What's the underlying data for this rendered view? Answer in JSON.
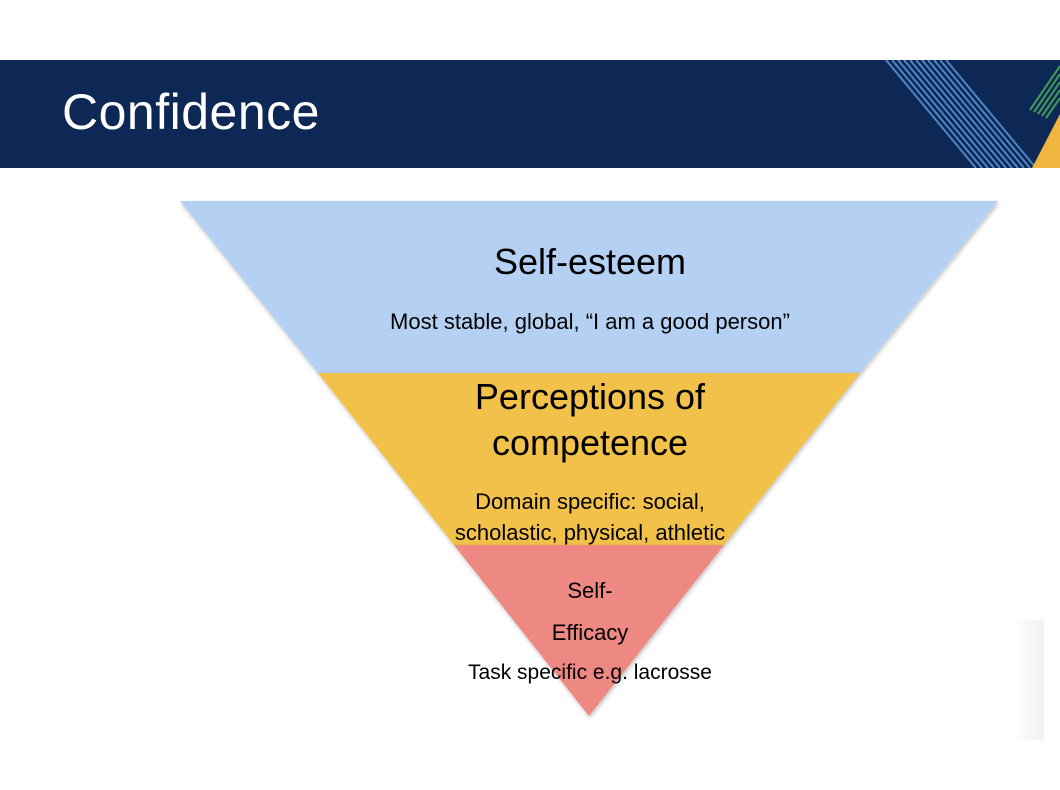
{
  "slide": {
    "title": "Confidence"
  },
  "colors": {
    "header_bg": "#0e2855",
    "stripe_blue": "#4f86c6",
    "stripe_green": "#3f9b57",
    "accent_yellow": "#f0b53e",
    "tier_self_esteem": "#b4d1f3",
    "tier_perceptions": "#f2c14a",
    "tier_self_efficacy": "#ee8882"
  },
  "pyramid": {
    "tiers": [
      {
        "title": "Self-esteem",
        "description": "Most stable, global, “I am a good person”"
      },
      {
        "title_line1": "Perceptions of",
        "title_line2": "competence",
        "description_line1": "Domain specific: social,",
        "description_line2": "scholastic, physical, athletic"
      },
      {
        "title_line1": "Self-",
        "title_line2": "Efficacy",
        "description": "Task specific e.g. lacrosse"
      }
    ]
  }
}
